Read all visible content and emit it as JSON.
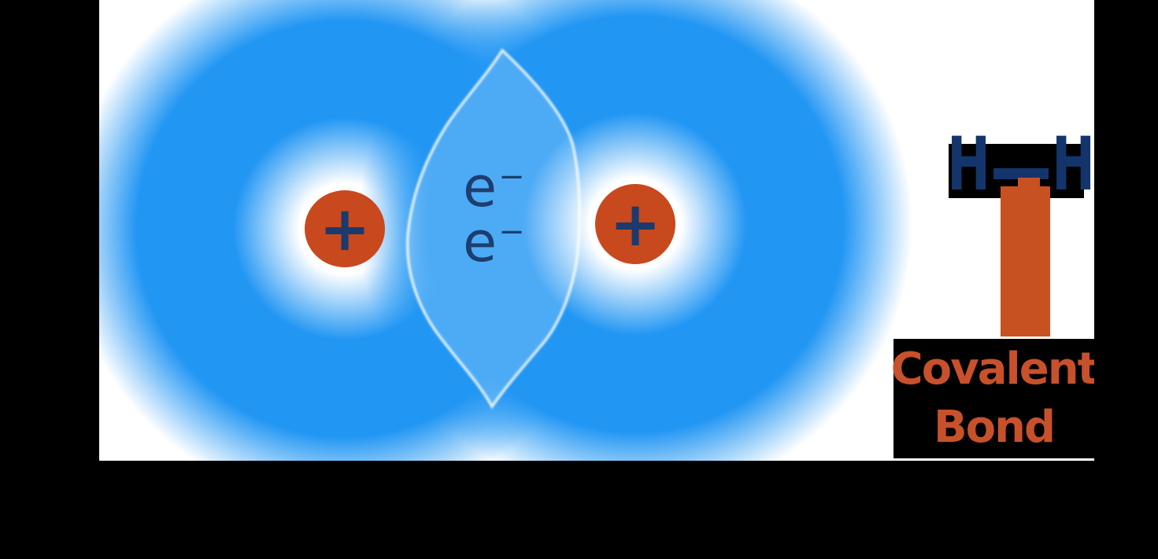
{
  "diagram": {
    "title_semantics": "covalent bond between two hydrogen atoms",
    "plus_symbol": "+",
    "electron_base": "e",
    "electron_charge": "−",
    "hydrogen_left": "H",
    "hydrogen_right": "H",
    "caption_line1": "Covalent",
    "caption_line2": "Bond"
  },
  "colors": {
    "background": "#000000",
    "card": "#ffffff",
    "cloud_blue": "#2196f3",
    "shared_region_highlight": "rgba(255,255,255,0.2)",
    "nucleus_orange": "#c8491d",
    "plus_navy": "#1b3a6e",
    "electron_navy": "#1d3e70",
    "formula_navy": "#14356b",
    "pointer_orange": "#c85122",
    "caption_orange": "#c7512b"
  }
}
